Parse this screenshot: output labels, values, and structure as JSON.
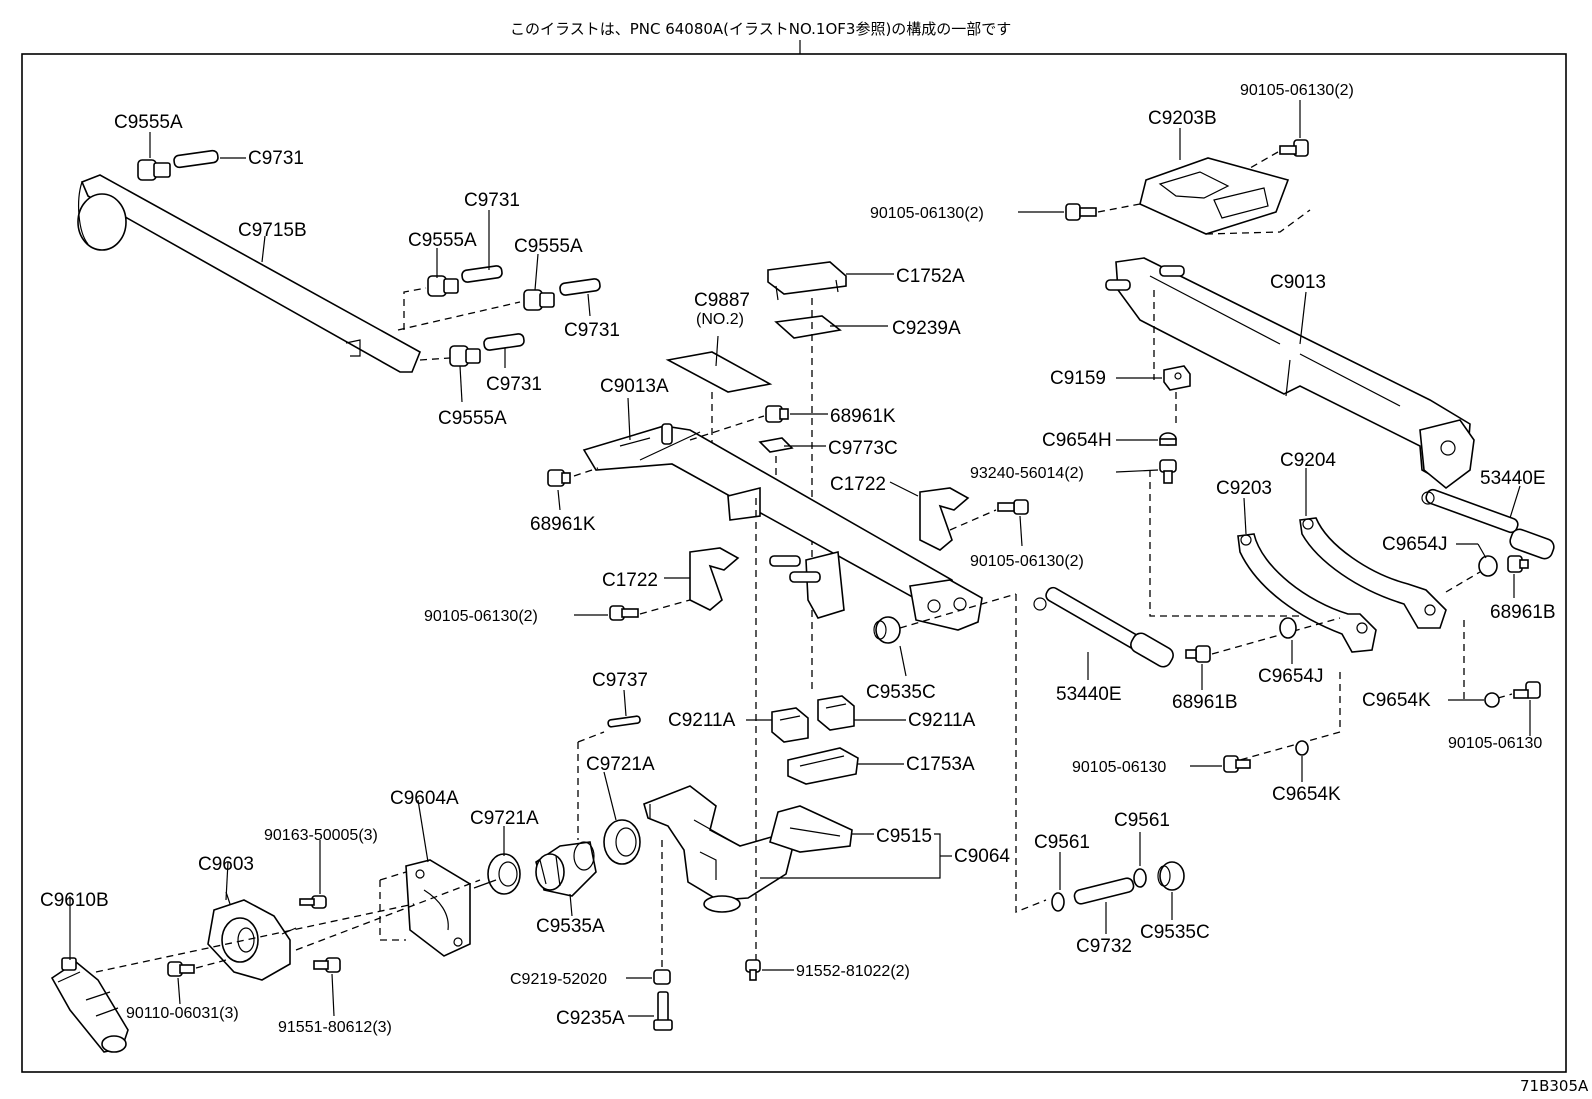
{
  "header_note": "このイラストは、PNC 64080A(イラストNO.1OF3参照)の構成の一部です",
  "figure_code": "71B305A",
  "labels": {
    "c9555a_1": "C9555A",
    "c9731_1": "C9731",
    "c9715b": "C9715B",
    "c9731_2": "C9731",
    "c9555a_2": "C9555A",
    "c9555a_3": "C9555A",
    "c9731_3": "C9731",
    "c9731_4": "C9731",
    "c9555a_4": "C9555A",
    "c9887": "C9887",
    "c9887_note": "(NO.2)",
    "c1752a": "C1752A",
    "c9239a": "C9239A",
    "c9013a": "C9013A",
    "p68961k_1": "68961K",
    "c9773c": "C9773C",
    "p68961k_2": "68961K",
    "c1722_1": "C1722",
    "c1722_2": "C1722",
    "p90105_a": "90105-06130(2)",
    "p90105_b": "90105-06130(2)",
    "c9203b": "C9203B",
    "p90105_c": "90105-06130(2)",
    "p90105_d": "90105-06130(2)",
    "c9013": "C9013",
    "c9159": "C9159",
    "c9654h": "C9654H",
    "p93240": "93240-56014(2)",
    "c9203": "C9203",
    "c9204": "C9204",
    "p53440e_1": "53440E",
    "c9654j_1": "C9654J",
    "p68961b_1": "68961B",
    "c9535c_1": "C9535C",
    "p53440e_2": "53440E",
    "p68961b_2": "68961B",
    "c9654j_2": "C9654J",
    "c9654k_1": "C9654K",
    "p90105_e": "90105-06130",
    "p90105_f": "90105-06130",
    "c9654k_2": "C9654K",
    "c9737": "C9737",
    "c9211a_1": "C9211A",
    "c9211a_2": "C9211A",
    "c1753a": "C1753A",
    "c9721a_1": "C9721A",
    "c9721a_2": "C9721A",
    "c9604a": "C9604A",
    "p90163": "90163-50005(3)",
    "c9603": "C9603",
    "c9610b": "C9610B",
    "c9535a": "C9535A",
    "c9515": "C9515",
    "c9064": "C9064",
    "c9561_1": "C9561",
    "c9561_2": "C9561",
    "c9732": "C9732",
    "c9535c_2": "C9535C",
    "c9219": "C9219-52020",
    "c9235a": "C9235A",
    "p91552": "91552-81022(2)",
    "p90110": "90110-06031(3)",
    "p91551": "91551-80612(3)"
  }
}
